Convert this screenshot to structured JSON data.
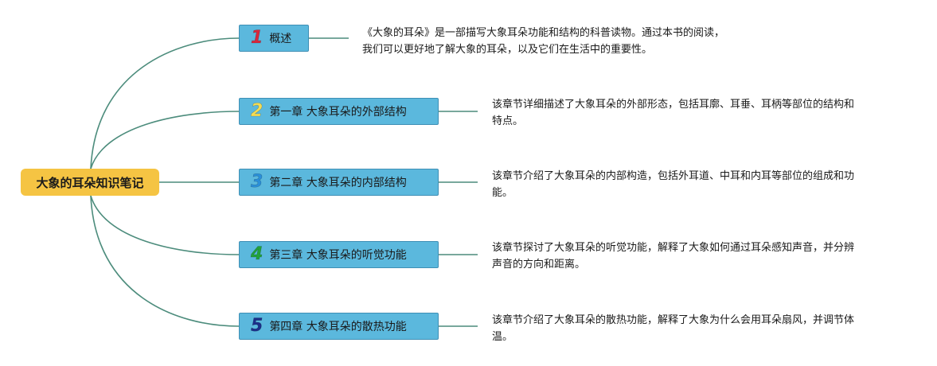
{
  "root": {
    "label": "大象的耳朵知识笔记"
  },
  "colors": {
    "connector": "#4c8c7c",
    "root_fill": "#f5c443",
    "node_fill": "#5bb8dd",
    "num1": "#d8283c",
    "num2": "#f3dc55",
    "num3": "#2a8fd9",
    "num4": "#22a23a",
    "num5": "#1c2f8a"
  },
  "topics": [
    {
      "number": "1",
      "label": "概述",
      "description_lines": [
        "《大象的耳朵》是一部描写大象耳朵功能和结构的科普读物。通过本书的阅读，",
        "我们可以更好地了解大象的耳朵，以及它们在生活中的重要性。"
      ]
    },
    {
      "number": "2",
      "label": "第一章 大象耳朵的外部结构",
      "description_lines": [
        "该章节详细描述了大象耳朵的外部形态，包括耳廓、耳垂、耳柄等部位的结构和",
        "特点。"
      ]
    },
    {
      "number": "3",
      "label": "第二章 大象耳朵的内部结构",
      "description_lines": [
        "该章节介绍了大象耳朵的内部构造，包括外耳道、中耳和内耳等部位的组成和功",
        "能。"
      ]
    },
    {
      "number": "4",
      "label": "第三章 大象耳朵的听觉功能",
      "description_lines": [
        "该章节探讨了大象耳朵的听觉功能，解释了大象如何通过耳朵感知声音，并分辨",
        "声音的方向和距离。"
      ]
    },
    {
      "number": "5",
      "label": "第四章 大象耳朵的散热功能",
      "description_lines": [
        "该章节介绍了大象耳朵的散热功能，解释了大象为什么会用耳朵扇风，并调节体",
        "温。"
      ]
    }
  ]
}
